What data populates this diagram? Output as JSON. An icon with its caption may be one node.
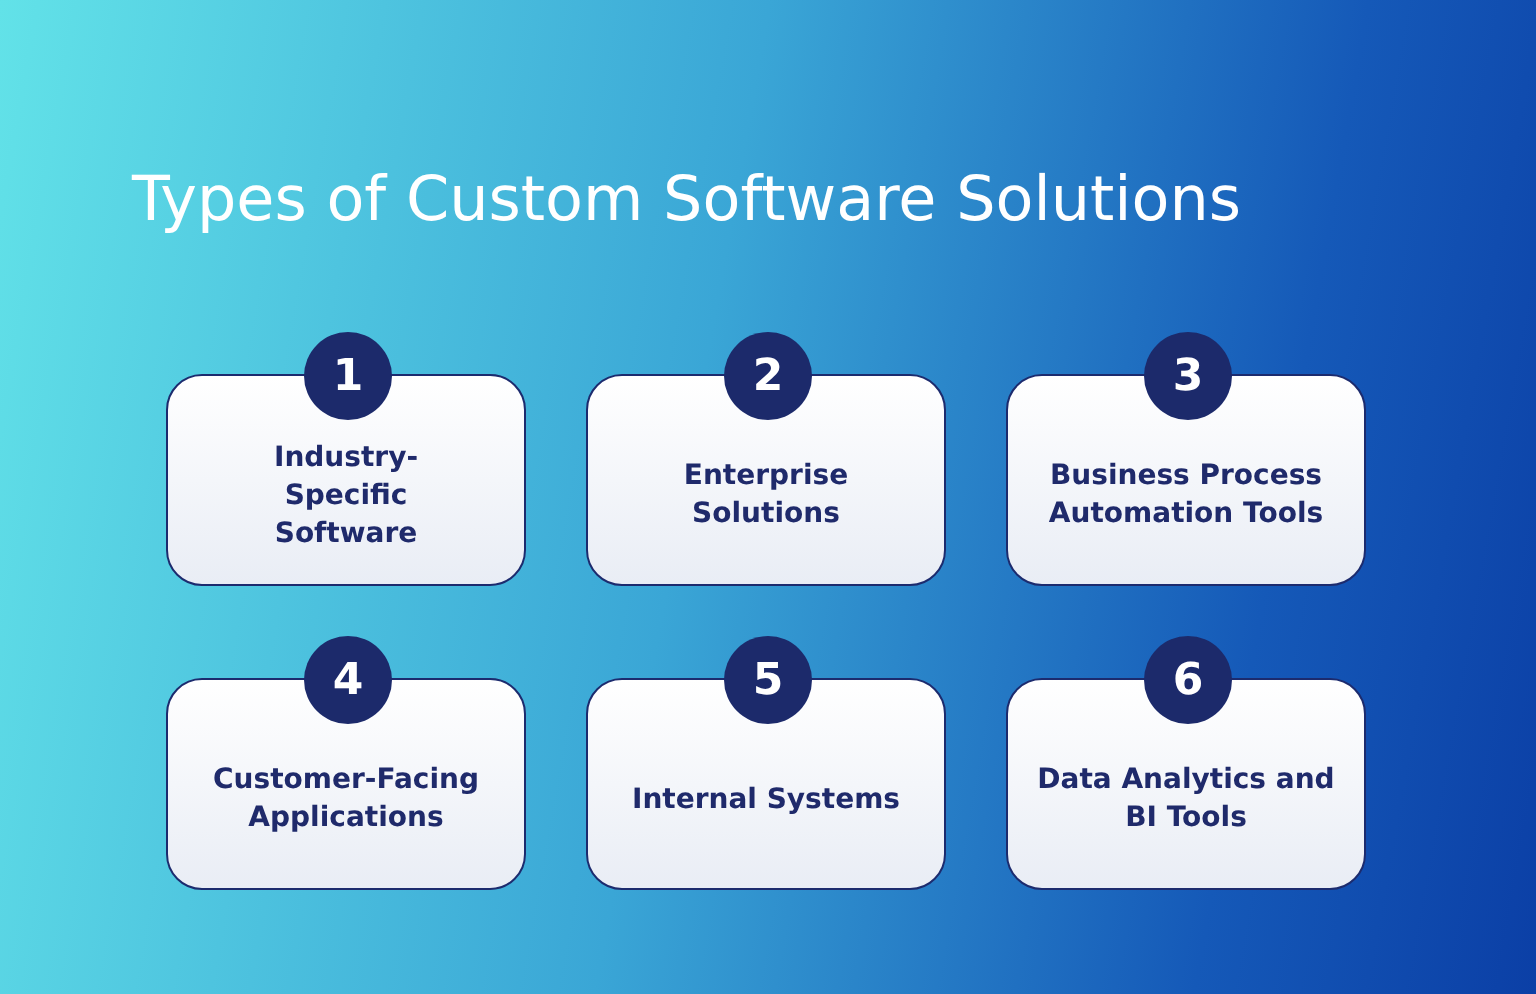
{
  "diagram": {
    "title": "Types of Custom Software Solutions",
    "nodes": [
      {
        "text": [
          "1",
          "Industry-Specific Software"
        ]
      },
      {
        "text": [
          "2",
          "Enterprise Solutions"
        ]
      },
      {
        "text": [
          "3",
          "Business Process Automation Tools"
        ]
      },
      {
        "text": [
          "4",
          "Customer-Facing Applications"
        ]
      },
      {
        "text": [
          "5",
          "Internal Systems"
        ]
      },
      {
        "text": [
          "6",
          "Data Analytics and BI Tools"
        ]
      }
    ]
  }
}
